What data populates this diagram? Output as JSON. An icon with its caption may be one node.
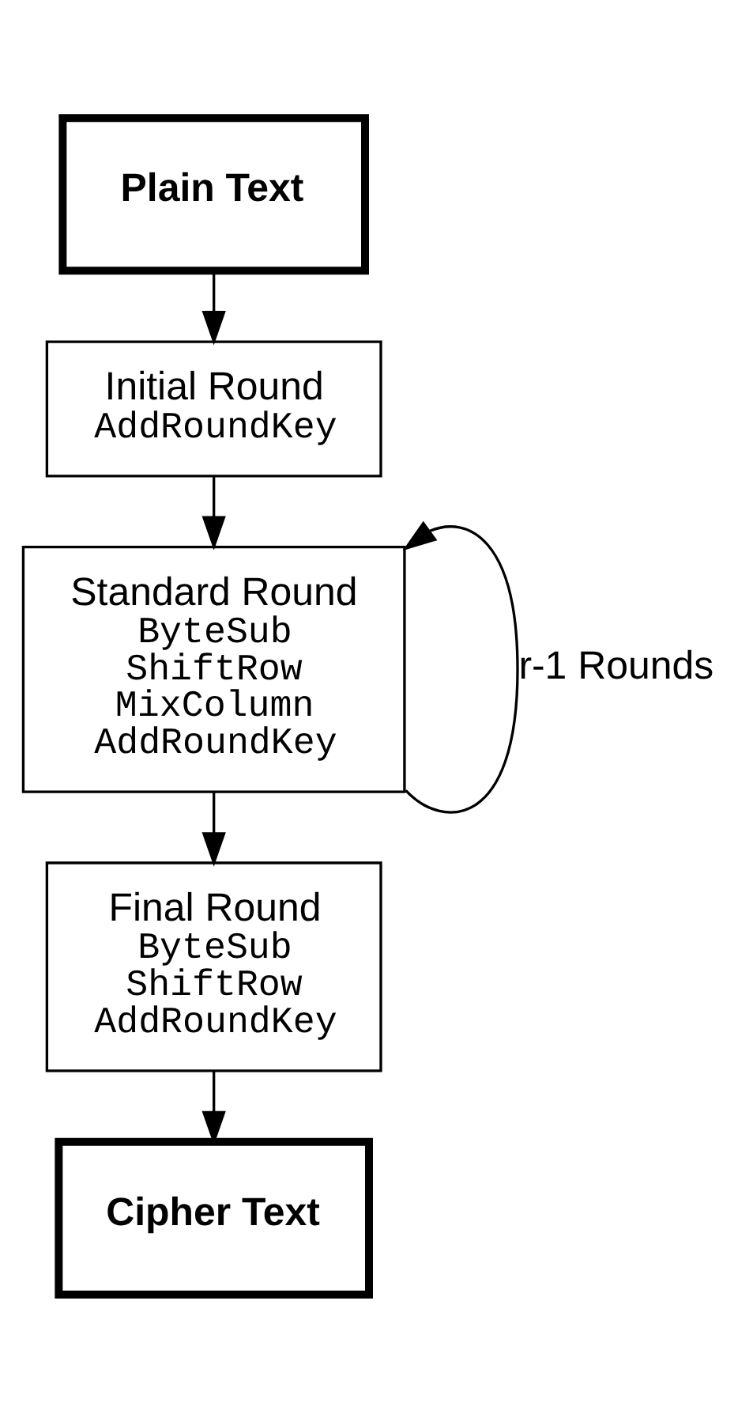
{
  "diagram": {
    "nodes": [
      {
        "text": [
          "Plain Text"
        ]
      },
      {
        "text": [
          "Initial Round",
          "AddRoundKey"
        ]
      },
      {
        "text": [
          "Standard Round",
          "ByteSub",
          "ShiftRow",
          "MixColumn",
          "AddRoundKey"
        ]
      },
      {
        "text": [
          "Final Round",
          "ByteSub",
          "ShiftRow",
          "AddRoundKey"
        ]
      },
      {
        "text": [
          "Cipher Text"
        ]
      }
    ],
    "edges": [
      {
        "from": 0,
        "to": 1,
        "arrow": "to"
      },
      {
        "from": 1,
        "to": 2,
        "arrow": "to"
      },
      {
        "from": 2,
        "to": 2,
        "arrow": "to",
        "label": "r-1 Rounds"
      },
      {
        "from": 2,
        "to": 3,
        "arrow": "to"
      },
      {
        "from": 3,
        "to": 4,
        "arrow": "to"
      }
    ]
  }
}
